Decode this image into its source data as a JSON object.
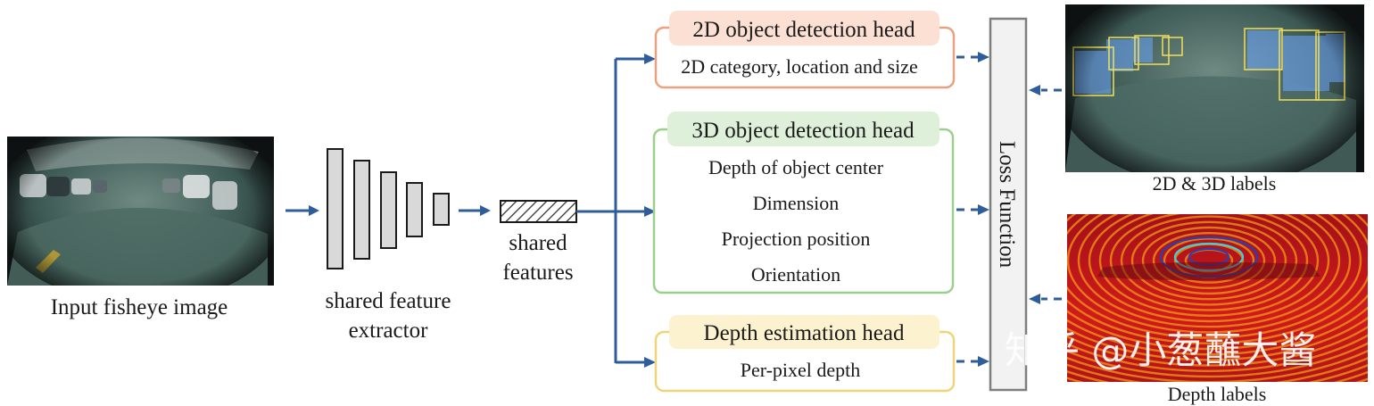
{
  "input": {
    "caption": "Input fisheye image"
  },
  "extractor": {
    "caption_line1": "shared feature",
    "caption_line2": "extractor"
  },
  "features": {
    "caption_line1": "shared",
    "caption_line2": "features"
  },
  "heads": [
    {
      "title": "2D object detection head",
      "items": [
        "2D category, location and size"
      ],
      "title_color": "#fbe0d3",
      "border_color": "#e9a27f"
    },
    {
      "title": "3D object detection head",
      "items": [
        "Depth of object center",
        "Dimension",
        "Projection position",
        "Orientation"
      ],
      "title_color": "#def0d9",
      "border_color": "#9cd08a"
    },
    {
      "title": "Depth estimation head",
      "items": [
        "Per-pixel depth"
      ],
      "title_color": "#fdf2cf",
      "border_color": "#f0d479"
    }
  ],
  "loss": {
    "label": "Loss Function"
  },
  "labels": {
    "labels_2d3d_caption": "2D & 3D labels",
    "depth_caption": "Depth labels"
  },
  "watermark": {
    "text": "知乎 @小葱蘸大酱"
  },
  "colors": {
    "arrow": "#2f5d9c",
    "layer_fill": "#d9d9d9",
    "loss_fill": "#f2f2f2"
  }
}
